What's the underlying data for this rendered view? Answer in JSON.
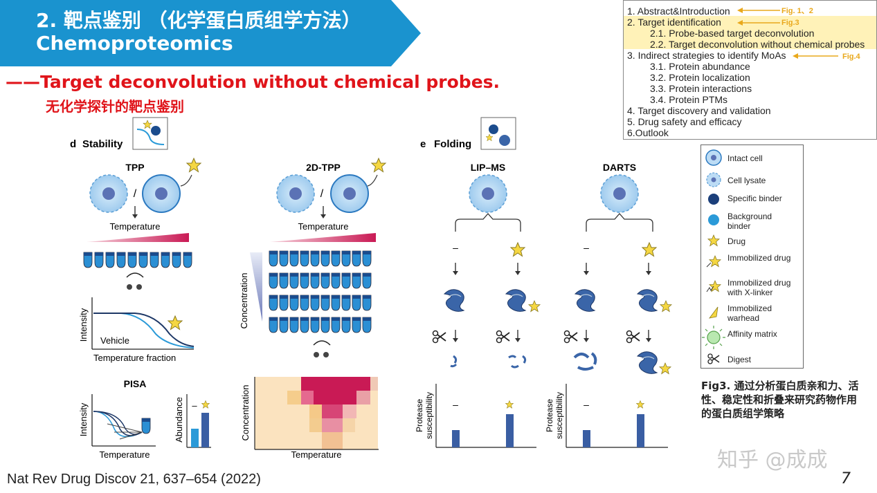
{
  "header": {
    "title_line1": "2. 靶点鉴别 （化学蛋白质组学方法）",
    "title_line2": "Chemoproteomics",
    "subtitle_en": "——Target deconvolution without chemical probes.",
    "subtitle_zh": "无化学探针的靶点鉴别",
    "banner_color": "#1a93cf",
    "accent_color": "#e0141a"
  },
  "toc": {
    "items": [
      {
        "label": "1. Abstract&Introduction",
        "note": "Fig. 1、2"
      },
      {
        "label": "2. Target identification",
        "note": "Fig.3"
      },
      {
        "label": "2.1. Probe-based target deconvolution"
      },
      {
        "label": "2.2. Target deconvolution without chemical probes"
      },
      {
        "label": "3. Indirect strategies to identify MoAs",
        "note": "Fig.4"
      },
      {
        "label": "3.1. Protein abundance"
      },
      {
        "label": "3.2. Protein localization"
      },
      {
        "label": "3.3. Protein interactions"
      },
      {
        "label": "3.4. Protein PTMs"
      },
      {
        "label": "4. Target discovery and validation"
      },
      {
        "label": "5. Drug safety and efficacy"
      },
      {
        "label": "6.Outlook"
      }
    ]
  },
  "figure": {
    "panel_d": {
      "letter": "d",
      "title": "Stability"
    },
    "panel_e": {
      "letter": "e",
      "title": "Folding"
    },
    "tpp": "TPP",
    "tdtpp": "2D-TPP",
    "lipms": "LIP–MS",
    "darts": "DARTS",
    "pisa": "PISA",
    "slash": "/",
    "temperature": "Temperature",
    "intensity": "Intensity",
    "vehicle": "Vehicle",
    "temperature_fraction": "Temperature fraction",
    "concentration": "Concentration",
    "abundance": "Abundance",
    "minus": "–",
    "protease_line1": "Protease",
    "protease_line2": "susceptibility"
  },
  "legend": {
    "items": [
      "Intact cell",
      "Cell lysate",
      "Specific binder",
      "Background binder",
      "Drug",
      "Immobilized drug",
      "Immobilized drug with X-linker",
      "Immobilized warhead",
      "Affinity matrix",
      "Digest"
    ]
  },
  "caption": "Fig3. 通过分析蛋白质亲和力、活性、稳定性和折叠来研究药物作用的蛋白质组学策略",
  "watermark": "知乎 @成成",
  "reference": "Nat Rev Drug Discov 21, 637–654 (2022)",
  "page_number": "7"
}
